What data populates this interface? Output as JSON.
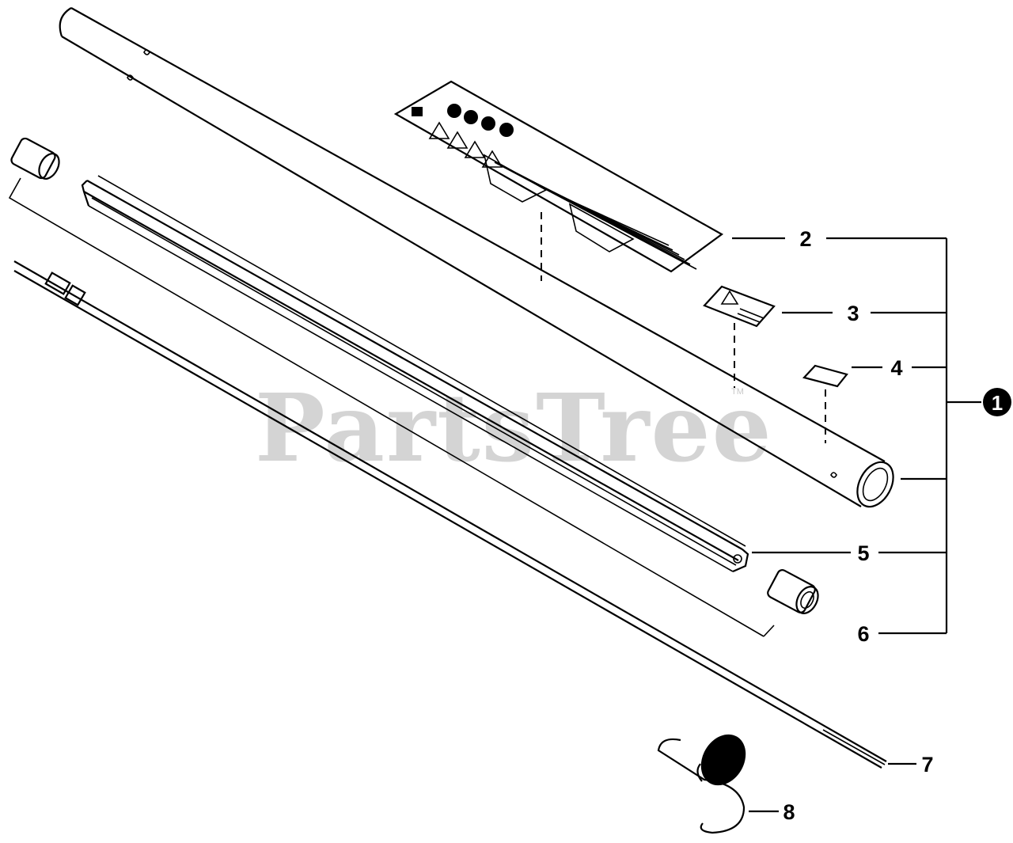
{
  "watermark": {
    "text": "PartsTree",
    "mark": "TM"
  },
  "callouts": {
    "assembly": "1",
    "label_large": "2",
    "label_small": "3",
    "label_tiny": "4",
    "liner": "5",
    "bushing": "6",
    "drive_shaft": "7",
    "hanger": "8"
  },
  "colors": {
    "line": "#000000",
    "watermark": "#d4d4d4",
    "background": "#ffffff"
  }
}
